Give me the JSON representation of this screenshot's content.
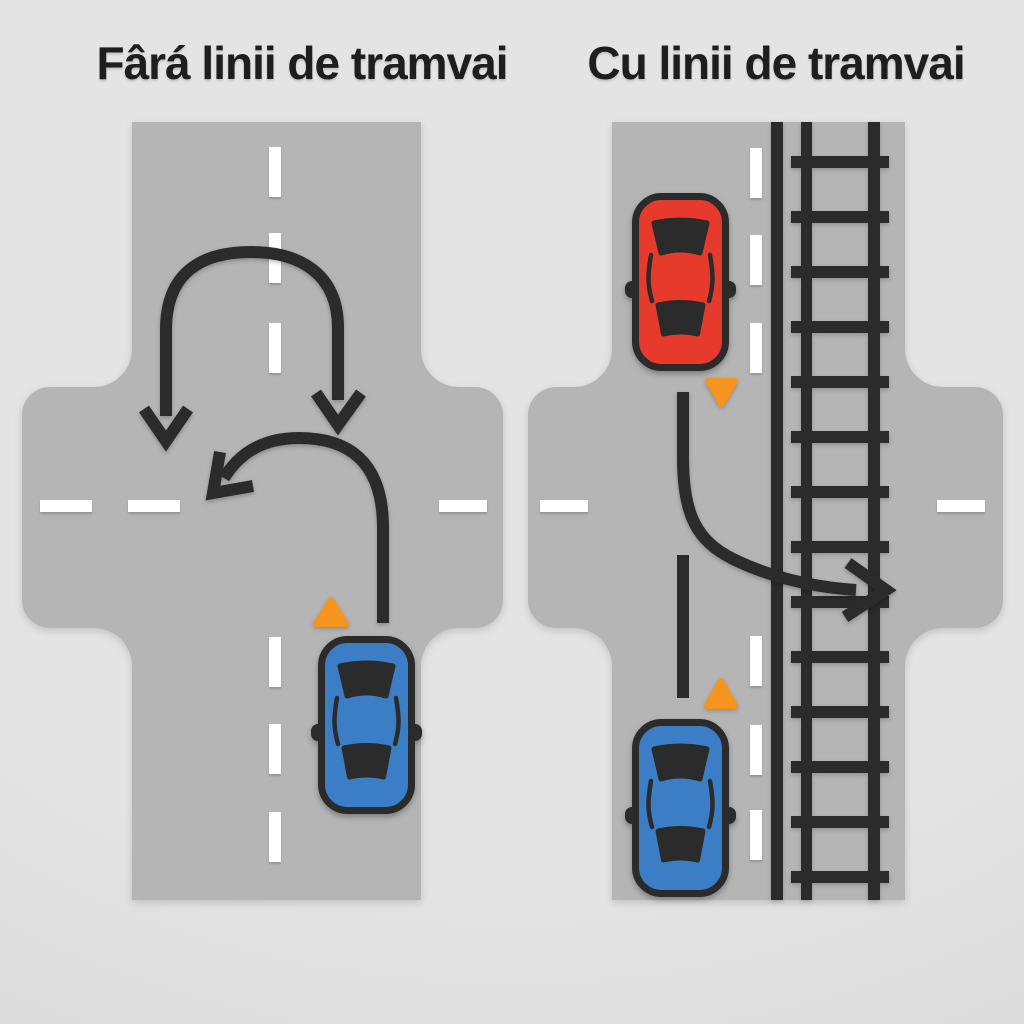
{
  "panels": [
    {
      "side": "left",
      "title": "Fârá linii de tramvai",
      "scene": "cross-intersection-without-tram-tracks",
      "elements": [
        "u-turn-arch-arrow",
        "u-turn-hook-arrow",
        "blue-car",
        "orange-yield-triangle-up"
      ]
    },
    {
      "side": "right",
      "title": "Cu linii de tramvai",
      "scene": "cross-intersection-with-tram-tracks",
      "elements": [
        "red-car",
        "blue-car",
        "orange-yield-triangle-down",
        "orange-yield-triangle-up",
        "tram-track",
        "turn-across-track-arrow",
        "straight-path-line"
      ]
    }
  ],
  "colors": {
    "background": "#e4e4e4",
    "road": "#b5b5b5",
    "marking_white": "#ffffff",
    "ink_dark": "#2b2b2b",
    "car_blue": "#3b7ec6",
    "car_red": "#e63b2c",
    "cone_orange": "#f5941f",
    "title_text": "#1e1e1e"
  }
}
